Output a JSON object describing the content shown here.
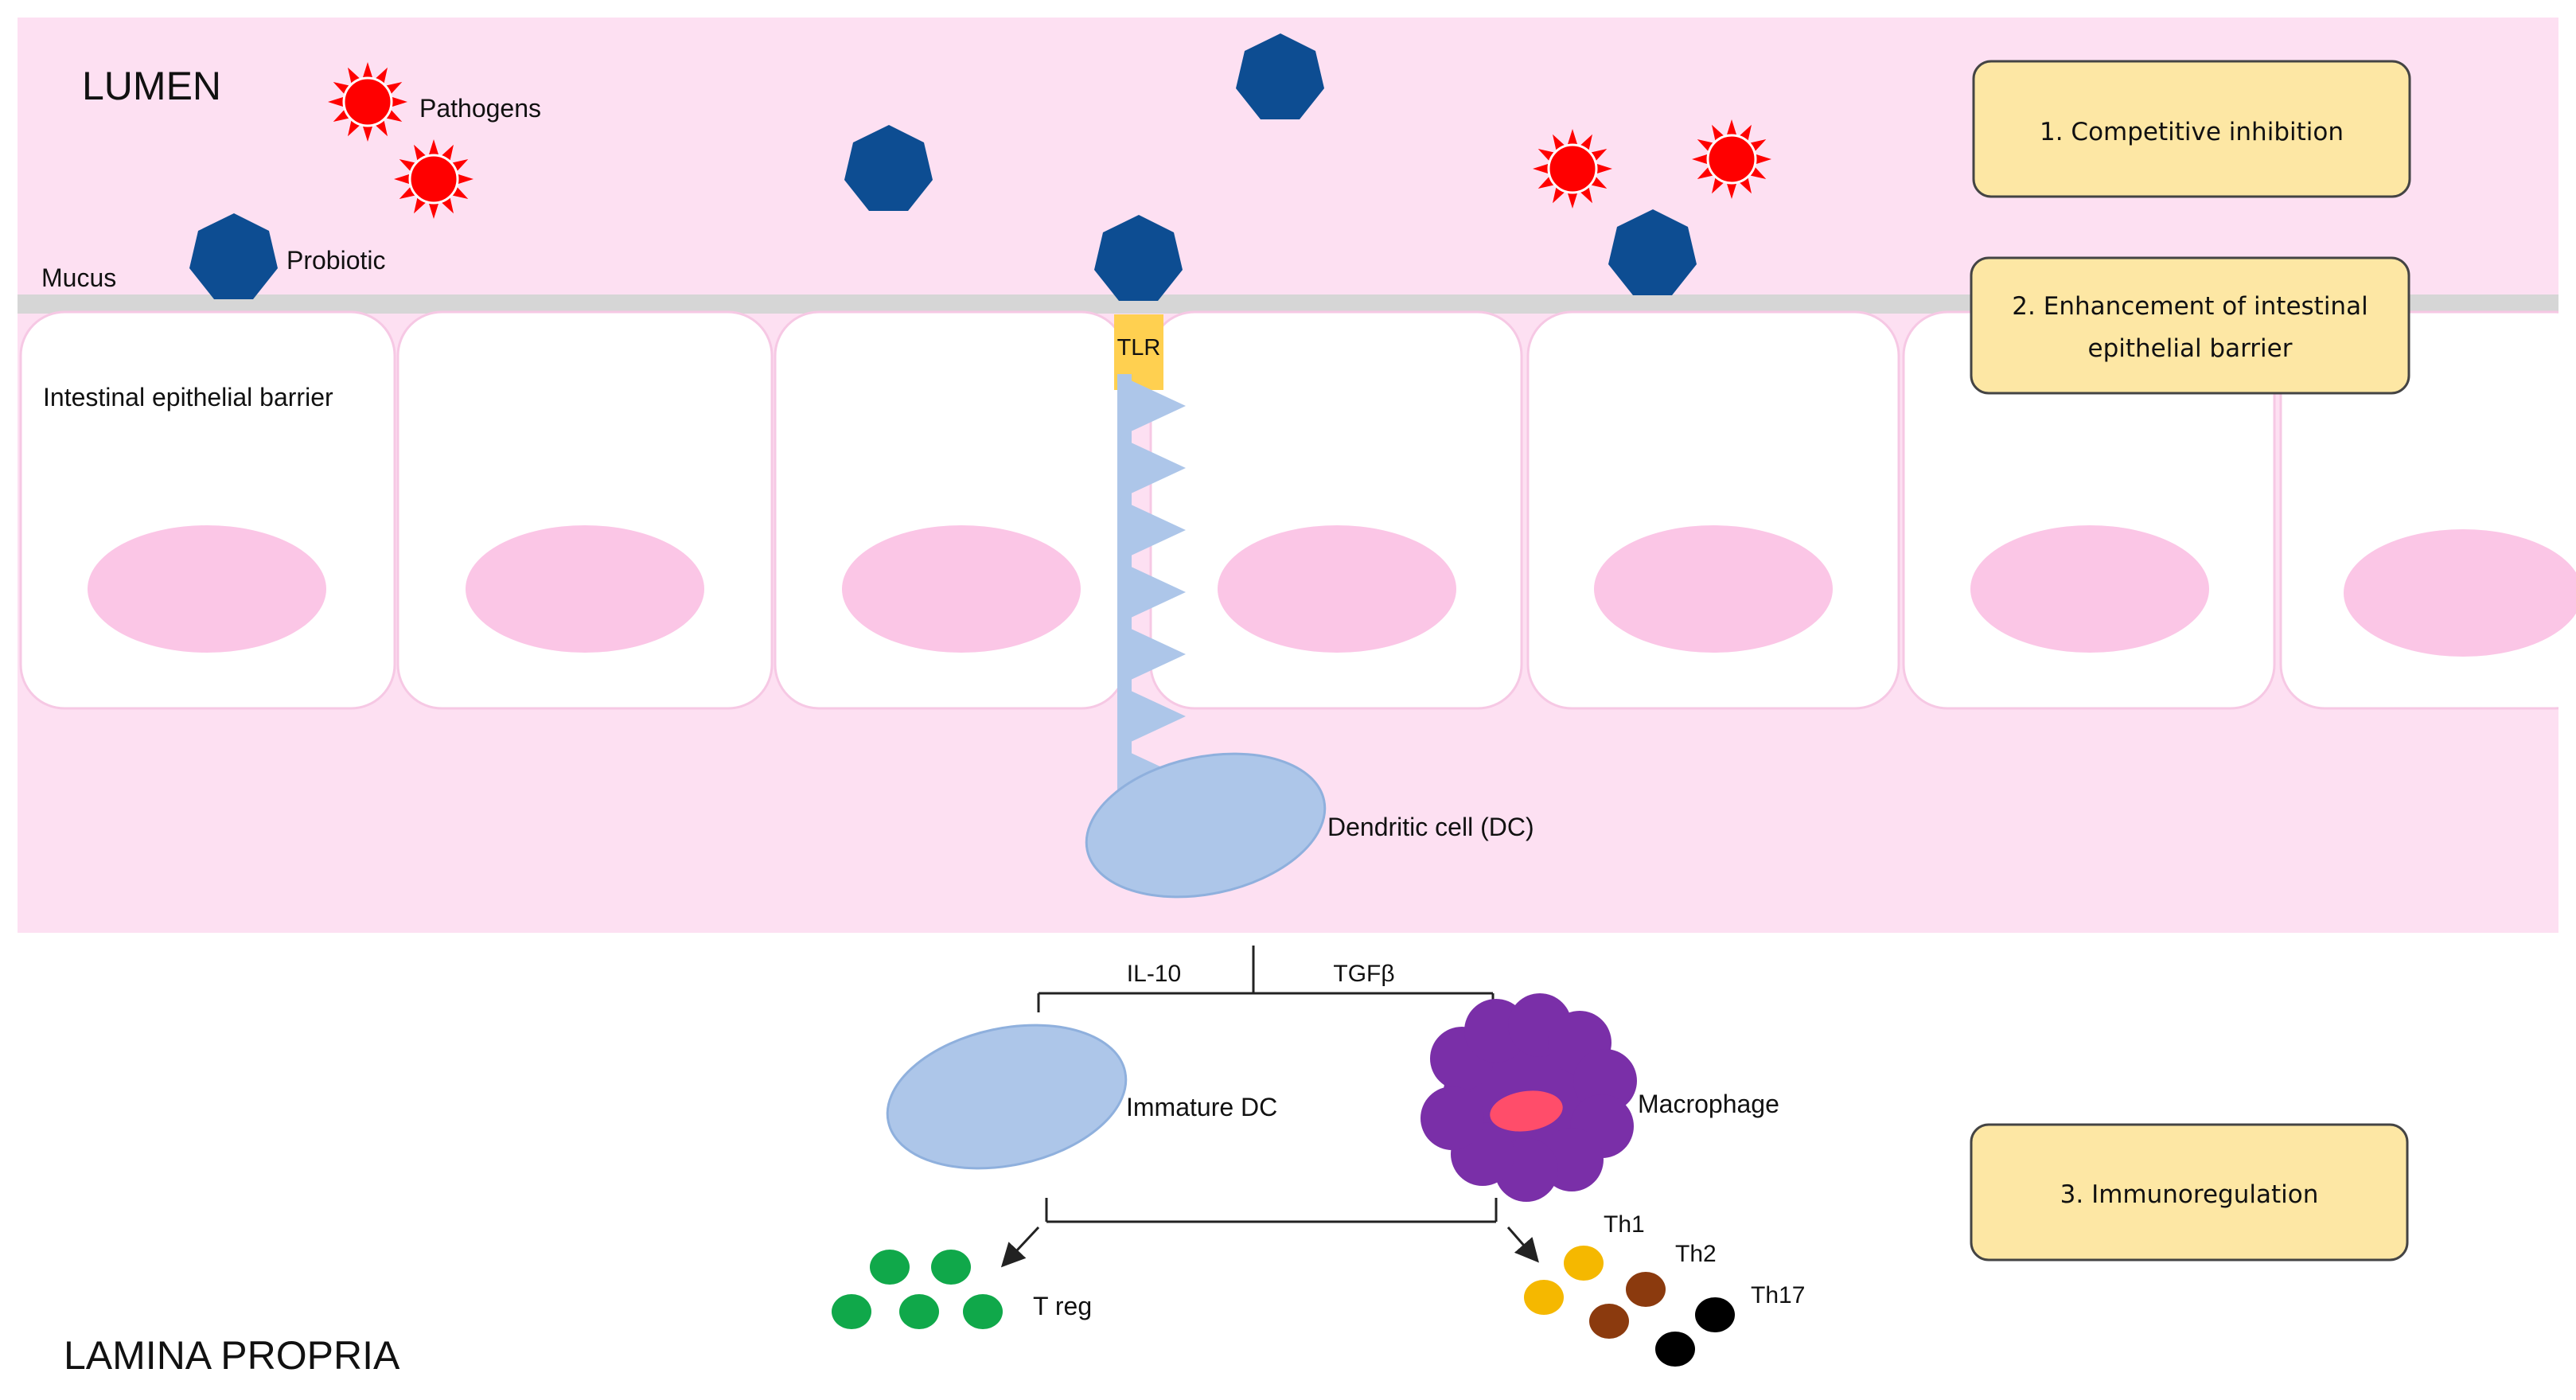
{
  "labels": {
    "lumen": "LUMEN",
    "lamina_propria": "LAMINA PROPRIA",
    "mucus": "Mucus",
    "barrier": "Intestinal epithelial barrier",
    "pathogens": "Pathogens",
    "probiotic": "Probiotic",
    "tlr": "TLR",
    "dendritic_cell": "Dendritic cell (DC)",
    "il10": "IL-10",
    "tgfb": "TGFβ",
    "immature_dc": "Immature DC",
    "macrophage": "Macrophage",
    "treg": "T reg",
    "th1": "Th1",
    "th2": "Th2",
    "th17": "Th17"
  },
  "mechanisms": [
    {
      "line1": "1. Competitive inhibition",
      "line2": ""
    },
    {
      "line1": "2. Enhancement of intestinal",
      "line2": "epithelial barrier"
    },
    {
      "line1": "3. Immunoregulation",
      "line2": ""
    }
  ],
  "colors": {
    "lumen_bg": "#fde0f2",
    "cell_fill": "#ffffff",
    "nucleus": "#fbc6e6",
    "probiotic": "#0d4d92",
    "pathogen": "#ff0000",
    "tlr": "#ffd050",
    "dc": "#adc6e9",
    "macrophage": "#7a2fa8",
    "macrophage_nucleus": "#ff4d6a",
    "box_fill": "#fde7a4",
    "treg": "#10a84a",
    "th1": "#f5b800",
    "th2": "#8b3a0e",
    "th17": "#000000"
  }
}
